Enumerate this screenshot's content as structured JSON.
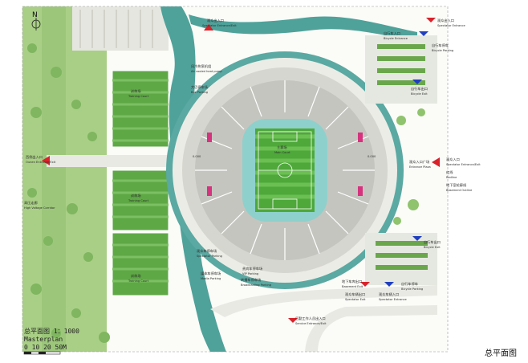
{
  "caption": "总平面图",
  "legend": {
    "title_cn": "总平面图 1：1000",
    "title_en": "Masterplan",
    "scale_ticks": "0 10 20  50M"
  },
  "north_label": "N",
  "labels": {
    "north_entrance": "观众出入口",
    "north_entrance_en": "Spectator Entrance/Exit",
    "ne_top_entrance": "观众出入口",
    "ne_top_entrance_en": "Spectator Entrance",
    "bicycle_entrance": "自行车入口",
    "bicycle_entrance_en": "Bicycle Entrance",
    "bicycle_parking": "自行车停车",
    "bicycle_parking_en": "Bicycle Parking",
    "bicycle_exit": "自行车出口",
    "bicycle_exit_en": "Bicycle Exit",
    "east_entrance": "观众入口广场",
    "east_entrance_en": "Entrance Plaza",
    "east_spectator": "观众入口",
    "east_spectator_en": "Spectator Entrance/Exit",
    "redline": "红线",
    "redline_en": "Redline",
    "basement": "地下室轮廓线",
    "basement_en": "Basement Outline",
    "west_entrance": "西侧出入口",
    "west_entrance_en": "Ounen Entrance/Exit",
    "hv_corridor": "高压走廊",
    "hv_corridor_en": "High Voltage Corridor",
    "training_1": "训练场",
    "training_1_en": "Training Court",
    "training_2": "训练场",
    "training_2_en": "Training Court",
    "training_3": "训练场",
    "training_3_en": "Training Court",
    "main_court": "主赛场",
    "main_court_en": "Main Court",
    "aircon": "风冷热泵机组",
    "aircon_en": "Air cooled heat pump",
    "bus_parking": "大巴停车场",
    "bus_parking_en": "Bus Parking",
    "spectator_parking": "观众车停车场",
    "spectator_parking_en": "Spectator Parking",
    "media_parking": "媒体车停车场",
    "media_parking_en": "Media Parking",
    "vip_parking": "贵宾车停车场",
    "vip_parking_en": "VIP Parking",
    "broadcast_parking": "转播车停车场",
    "broadcast_parking_en": "Broadcasting Parking",
    "basement_exit": "地下车库出口",
    "basement_exit_en": "Basement Exit",
    "spec_exit": "观众车辆出口",
    "spec_exit_en": "Spectator Exit",
    "spec_entrance": "观众车辆入口",
    "spec_entrance_en": "Spectator Entrance",
    "bike_parking_se": "自行车停车",
    "bike_parking_se_en": "Bicycle Parking",
    "bike_exit_se": "自行车出口",
    "bike_exit_se_en": "Bicycle Exit",
    "service": "后勤工作人员出入口",
    "service_en": "Service Entrance/Exit",
    "elev_1": "0.000",
    "elev_2": "0.000"
  }
}
